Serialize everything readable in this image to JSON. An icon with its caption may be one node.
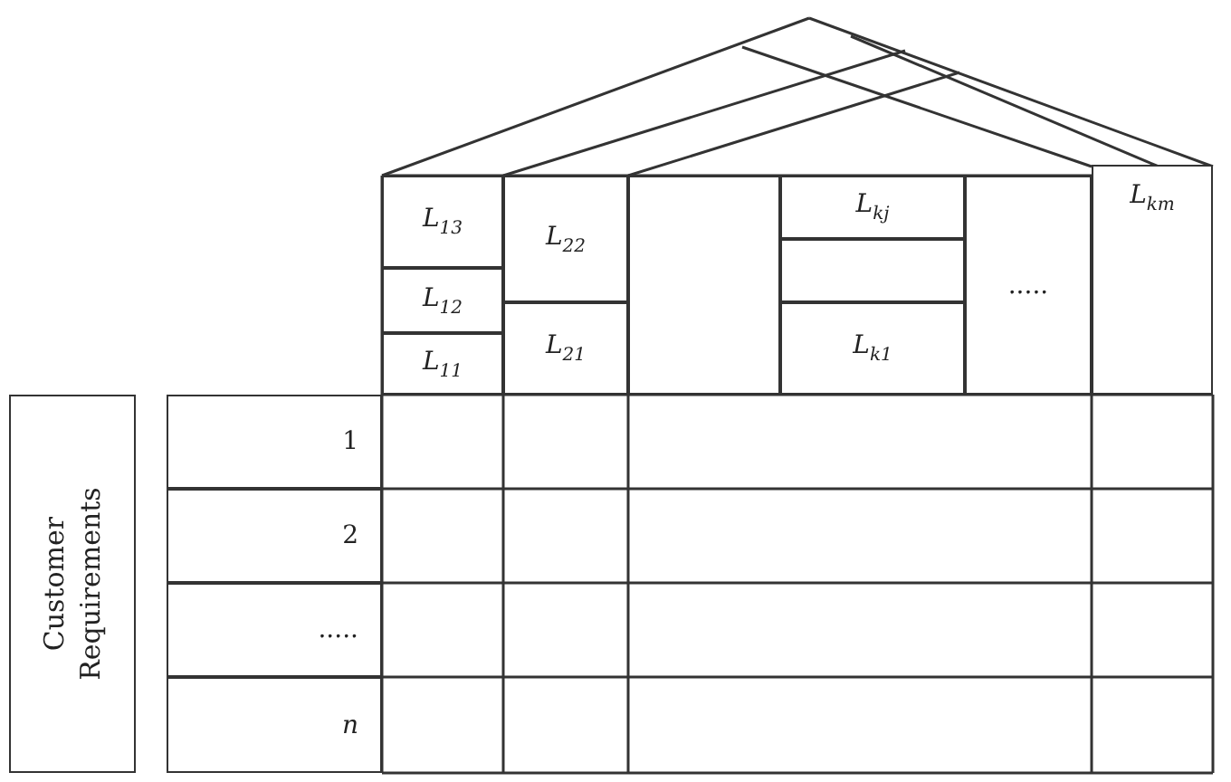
{
  "diagram": {
    "nodes": [
      {
        "text": [
          "Customer Requirements"
        ]
      },
      {
        "text": [
          "*L*$_{13}$"
        ]
      },
      {
        "text": [
          "*L*$_{12}$"
        ]
      },
      {
        "text": [
          "*L*$_{11}$"
        ]
      },
      {
        "text": [
          "*L*$_{22}$"
        ]
      },
      {
        "text": [
          "*L*$_{21}$"
        ]
      },
      {
        "text": [],
        "shape": "box"
      },
      {
        "text": [
          "*L*$_{kj}$"
        ]
      },
      {
        "text": [],
        "shape": "box"
      },
      {
        "text": [
          "*L*$_{k1}$"
        ]
      },
      {
        "text": [
          "....."
        ]
      },
      {
        "text": [
          "*L*$_{km}$"
        ]
      },
      {
        "text": [
          "1"
        ]
      },
      {
        "text": [
          "2"
        ]
      },
      {
        "text": [
          "....."
        ]
      },
      {
        "text": [
          "*n*"
        ]
      }
    ],
    "edges": []
  }
}
